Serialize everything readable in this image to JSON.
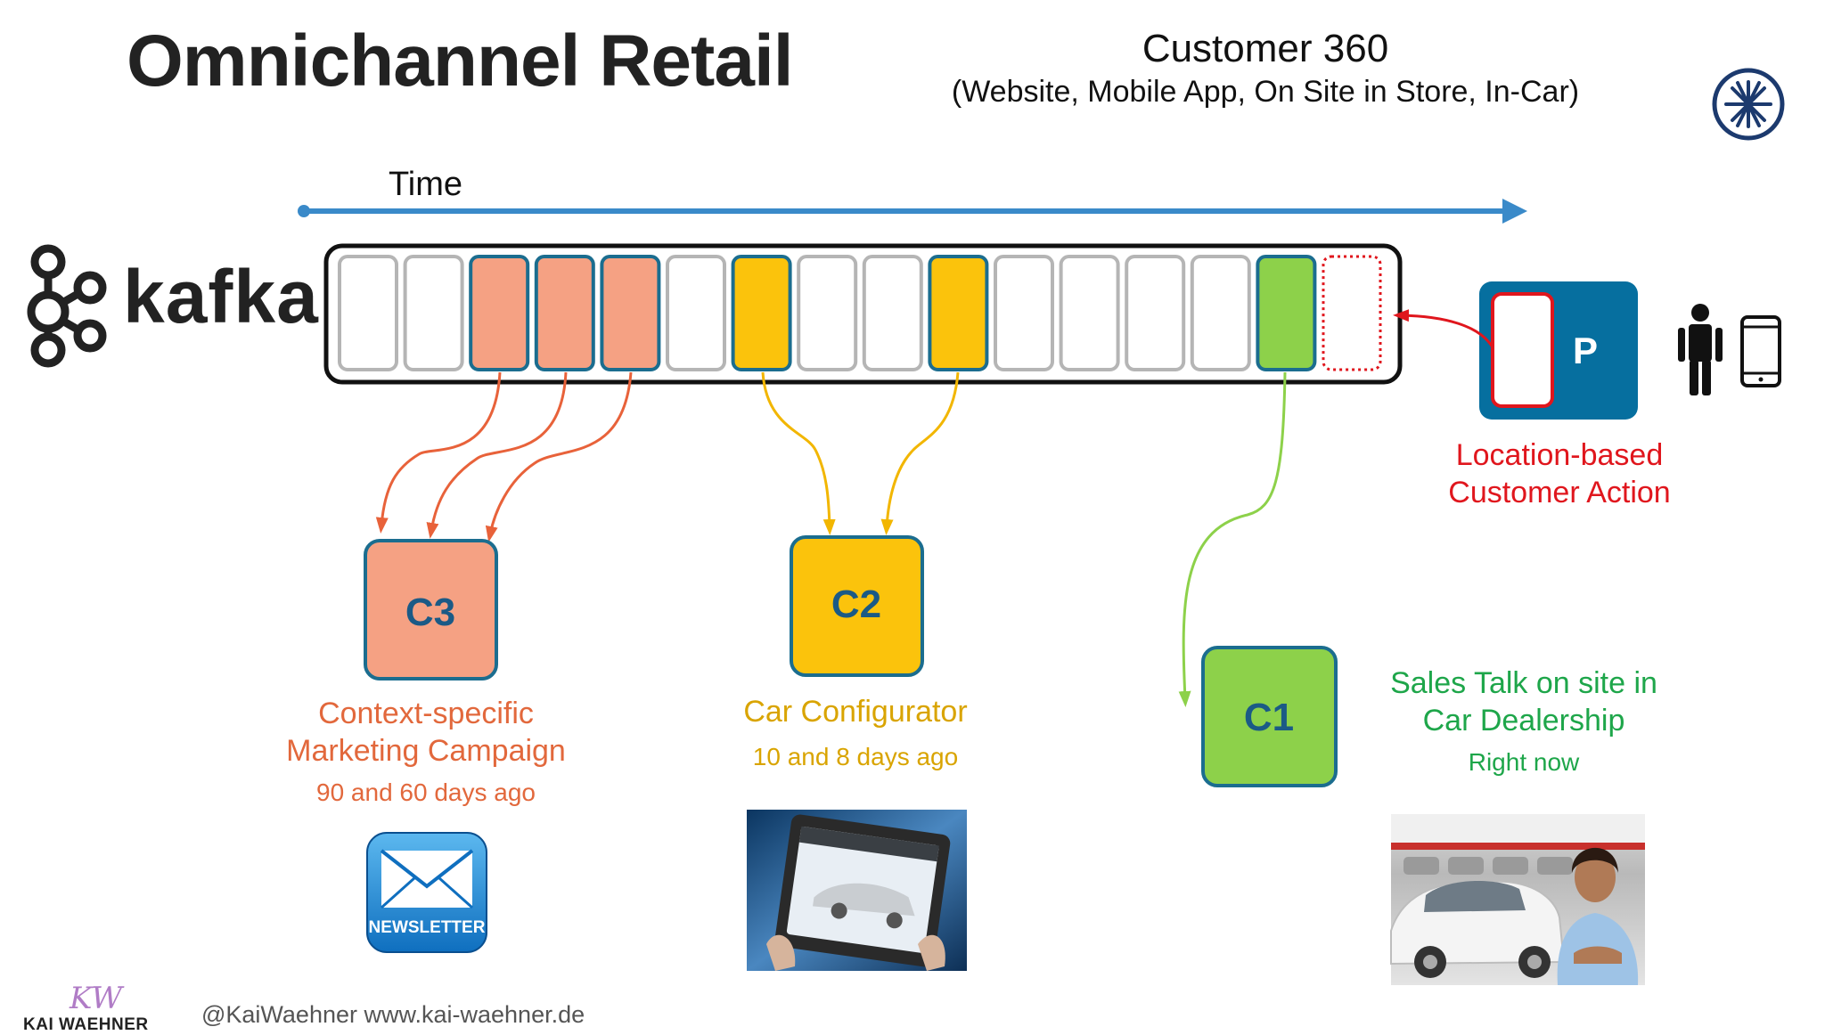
{
  "title": "Omnichannel Retail",
  "customer360": {
    "title": "Customer 360",
    "subtitle": "(Website, Mobile App, On Site in Store, In-Car)"
  },
  "time_label": "Time",
  "kafka_label": "kafka",
  "topic_cells": [
    "empty",
    "empty",
    "salmon",
    "salmon",
    "salmon",
    "empty",
    "yellow",
    "empty",
    "empty",
    "yellow",
    "empty",
    "empty",
    "empty",
    "empty",
    "green",
    "pending"
  ],
  "colors": {
    "salmon": "#f5a183",
    "yellow": "#fbc30c",
    "green": "#8dd14a",
    "border_blue": "#1b6d8f",
    "time_arrow": "#3a8ac9",
    "producer": "#066f9f",
    "red": "#e0161d",
    "orange_text": "#e2683c",
    "yellow_text": "#d9a400",
    "green_text": "#1ea64a"
  },
  "producer": {
    "label": "P"
  },
  "location_action": {
    "line1": "Location-based",
    "line2": "Customer Action"
  },
  "consumers": {
    "c3": {
      "label": "C3",
      "title_line1": "Context-specific",
      "title_line2": "Marketing Campaign",
      "subtitle": "90 and 60 days ago"
    },
    "c2": {
      "label": "C2",
      "title": "Car Configurator",
      "subtitle": "10 and 8 days ago"
    },
    "c1": {
      "label": "C1",
      "title_line1": "Sales Talk on site in",
      "title_line2": "Car Dealership",
      "subtitle": "Right now"
    }
  },
  "newsletter_label": "NEWSLETTER",
  "footer": {
    "handle": "@KaiWaehner www.kai-waehner.de",
    "logo_text": "KAI WAEHNER",
    "logo_mark": "KW"
  }
}
